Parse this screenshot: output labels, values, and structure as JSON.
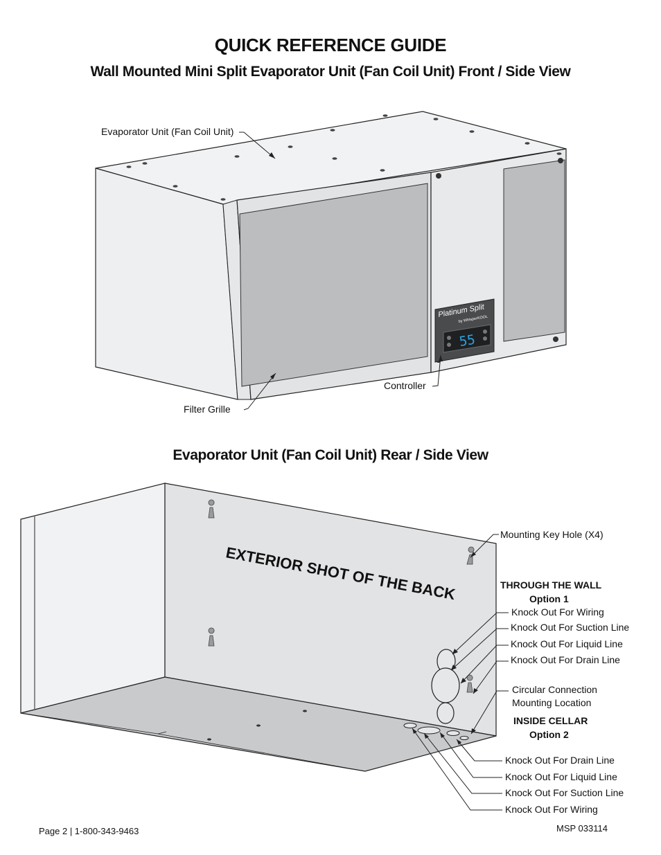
{
  "header": {
    "title": "QUICK REFERENCE GUIDE",
    "subtitle": "Wall Mounted Mini Split Evaporator Unit (Fan Coil Unit) Front / Side View"
  },
  "front_view": {
    "labels": {
      "evaporator": "Evaporator Unit (Fan Coil Unit)",
      "controller": "Controller",
      "filter": "Filter Grille"
    },
    "controller_panel": {
      "brand": "Platinum Split",
      "sub_brand": "by WhisperKOOL",
      "display": "55"
    }
  },
  "rear_view": {
    "title": "Evaporator Unit (Fan Coil Unit) Rear / Side View",
    "stamp": "EXTERIOR SHOT OF THE BACK",
    "labels": {
      "mounting": "Mounting Key Hole (X4)",
      "through_wall": "THROUGH THE WALL",
      "option1": "Option 1",
      "wiring1": "Knock Out For Wiring",
      "suction1": "Knock Out For Suction Line",
      "liquid1": "Knock Out For Liquid Line",
      "drain1": "Knock Out For Drain Line",
      "circular1": "Circular Connection",
      "circular2": "Mounting Location",
      "inside_cellar": "INSIDE CELLAR",
      "option2": "Option 2",
      "drain2": "Knock Out For Drain Line",
      "liquid2": "Knock Out For Liquid Line",
      "suction2": "Knock Out For Suction Line",
      "wiring2": "Knock Out For Wiring"
    }
  },
  "footer": {
    "page": "Page 2 | 1-800-343-9463",
    "code": "MSP 033114"
  },
  "colors": {
    "panel_light": "#f1f2f3",
    "panel_mid": "#e2e3e5",
    "grille": "#bcbdbf",
    "bottom": "#c9cacc",
    "controller_bg": "#4a4b4d",
    "display": "#2aa3e0"
  }
}
